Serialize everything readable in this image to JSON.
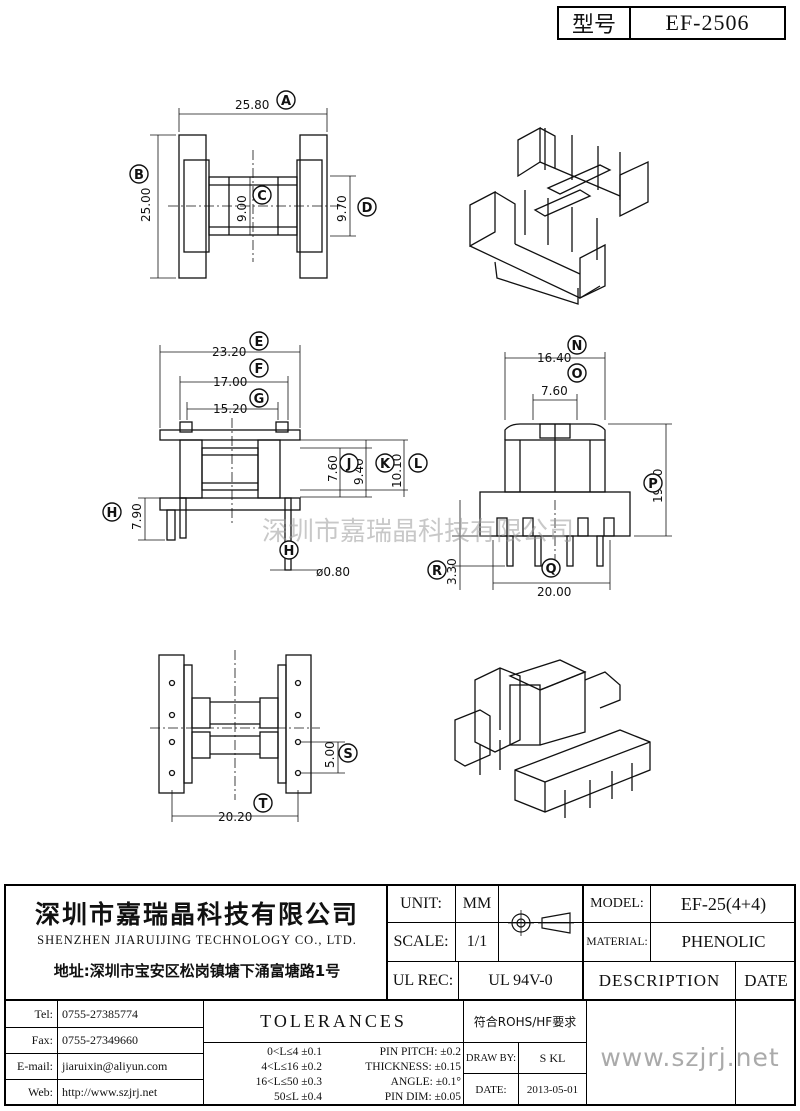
{
  "model_box": {
    "label": "型号",
    "value": "EF-2506"
  },
  "watermark": "深圳市嘉瑞晶科技有限公司",
  "dimensions": {
    "A": "25.80",
    "B": "25.00",
    "C": "9.00",
    "D": "9.70",
    "E": "23.20",
    "F": "17.00",
    "G": "15.20",
    "H": "7.90",
    "H_pin": "ø0.80",
    "J": "7.60",
    "K": "9.40",
    "L": "10.10",
    "N": "16.40",
    "O": "7.60",
    "P": "19.90",
    "Q": "20.00",
    "R": "3.30",
    "S": "5.00",
    "T": "20.20"
  },
  "markers": [
    "A",
    "B",
    "C",
    "D",
    "E",
    "F",
    "G",
    "H",
    "J",
    "K",
    "L",
    "N",
    "O",
    "P",
    "Q",
    "R",
    "S",
    "T"
  ],
  "company": {
    "name_cn": "深圳市嘉瑞晶科技有限公司",
    "name_en": "SHENZHEN JIARUIJING TECHNOLOGY CO., LTD.",
    "address": "地址:深圳市宝安区松岗镇塘下涌富塘路1号"
  },
  "title_block": {
    "unit_label": "UNIT:",
    "unit_value": "MM",
    "scale_label": "SCALE:",
    "scale_value": "1/1",
    "ulrec_label": "UL REC:",
    "ulrec_value": "UL 94V-0",
    "model_label": "MODEL:",
    "model_value": "EF-25(4+4)",
    "material_label": "MATERIAL:",
    "material_value": "PHENOLIC",
    "description_label": "DESCRIPTION",
    "date_label": "DATE"
  },
  "contacts": {
    "tel_label": "Tel:",
    "tel_value": "0755-27385774",
    "fax_label": "Fax:",
    "fax_value": "0755-27349660",
    "email_label": "E-mail:",
    "email_value": "jiaruixin@aliyun.com",
    "web_label": "Web:",
    "web_value": "http://www.szjrj.net"
  },
  "tolerances": {
    "title": "TOLERANCES",
    "rows": [
      "0<L≤4 ±0.1",
      "4<L≤16 ±0.2",
      "16<L≤50 ±0.3",
      "50≤L ±0.4"
    ],
    "pin_rows": [
      "PIN PITCH: ±0.2",
      "THICKNESS: ±0.15",
      "ANGLE: ±0.1°",
      "PIN DIM: ±0.05"
    ]
  },
  "rohs": "符合ROHS/HF要求",
  "draw_by_label": "DRAW BY:",
  "draw_by_value": "S KL",
  "date_field_label": "DATE:",
  "date_field_value": "2013-05-01",
  "website": "www.szjrj.net"
}
